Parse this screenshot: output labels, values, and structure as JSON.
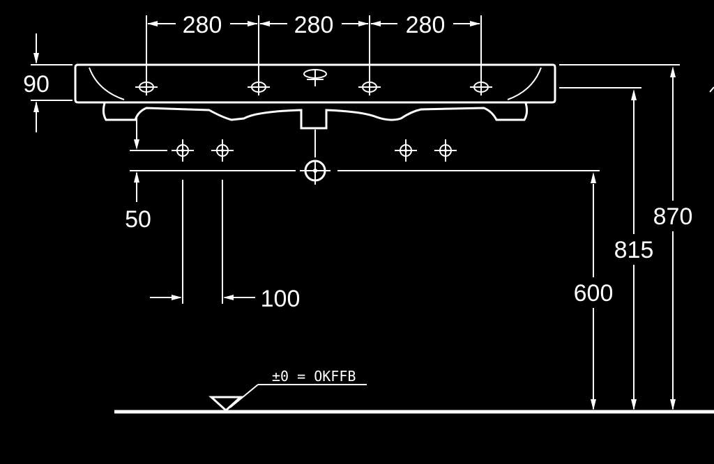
{
  "drawing": {
    "dimensions": {
      "spacing_1": "280",
      "spacing_2": "280",
      "spacing_3": "280",
      "rim_height": "90",
      "supply_offset": "50",
      "supply_spacing": "100",
      "drain_height": "600",
      "top_height_inner": "815",
      "top_height_outer": "870"
    },
    "floor_level_label": "±0 = OKFFB"
  },
  "colors": {
    "background": "#000000",
    "line": "#ffffff"
  }
}
